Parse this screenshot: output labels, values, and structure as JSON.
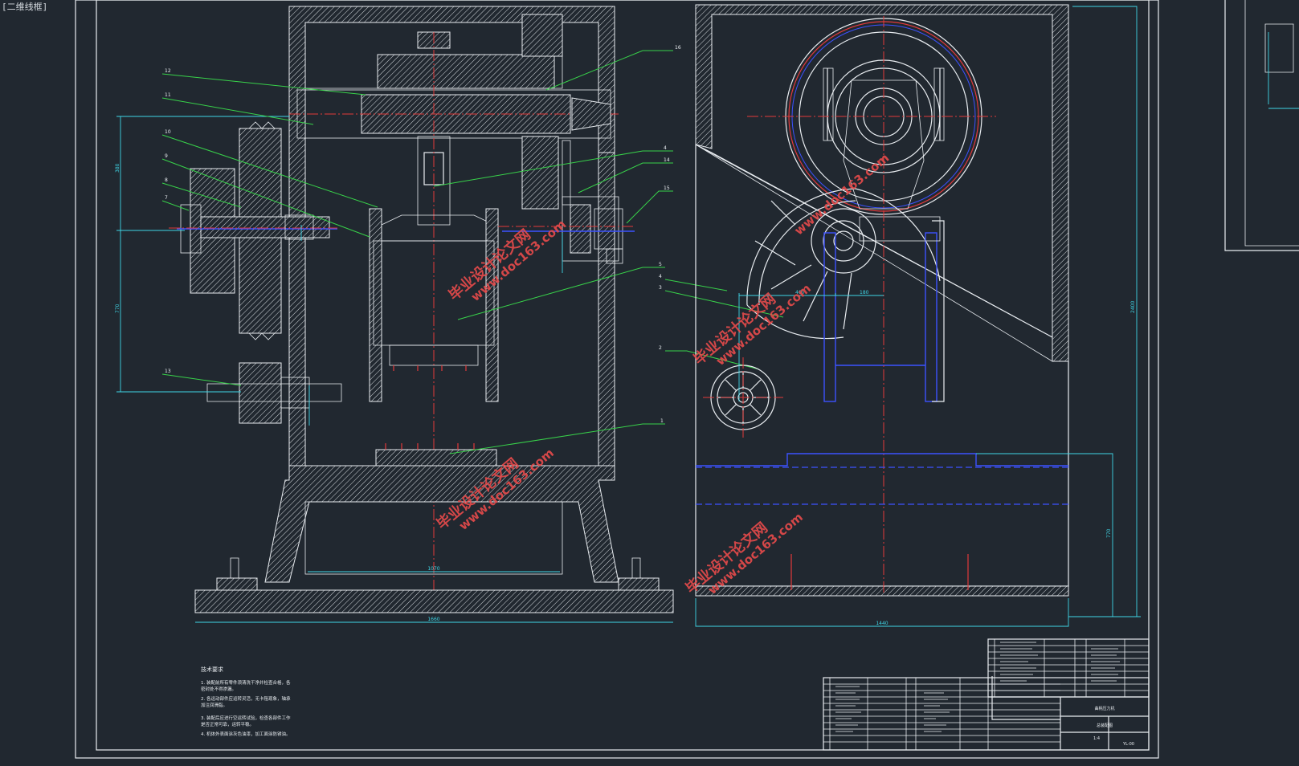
{
  "corner_label": "[二维线框]",
  "watermarks": [
    {
      "line1": "毕业设计论文网",
      "line2": "www.doc163.com"
    },
    {
      "line1": "毕业设计论文网",
      "line2": "www.doc163.com"
    },
    {
      "line1": "毕业设计论文网",
      "line2": "www.doc163.com"
    },
    {
      "line1": "毕业设计论文网",
      "line2": "www.doc163.com"
    },
    {
      "line1": "毕业设计论文网",
      "line2": "www.doc163.com"
    }
  ],
  "dimensions": {
    "base_width": "1660",
    "inner_width": "1070",
    "side_width": "1440",
    "side_height": "2400",
    "side_low": "770",
    "left_upper": "380",
    "left_lower": "770",
    "wheel_a": "460",
    "wheel_b": "180"
  },
  "callouts": [
    "12",
    "11",
    "10",
    "9",
    "8",
    "7",
    "16",
    "4",
    "14",
    "15",
    "5",
    "4",
    "3",
    "2",
    "1",
    "13"
  ],
  "tech_requirements": {
    "title": "技术要求",
    "items": [
      "1. 装配前所有零件须清洗干净并检查合格，各",
      "   密封处不得渗漏。",
      "2. 各运动部件应运转灵活，无卡阻现象，轴承",
      "   加注润滑脂。",
      "3. 装配后应进行空运转试验，检查各部件工作",
      "   是否正常可靠，运转平稳。",
      "4. 机体外表面涂灰色油漆，加工面涂防锈油。"
    ]
  },
  "title_block": {
    "name": "曲柄压力机",
    "drawing": "总装配图",
    "scale": "1:4",
    "sheet": "YL-00"
  }
}
